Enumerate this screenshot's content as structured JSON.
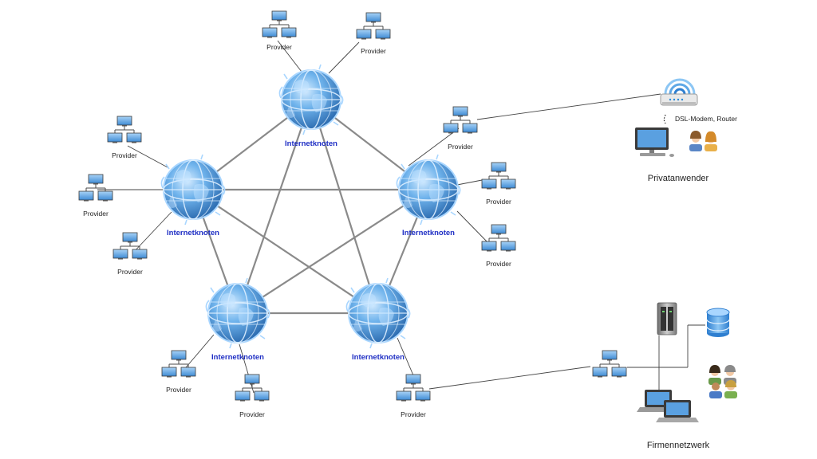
{
  "diagram": {
    "node_label": "Internetknoten",
    "provider_label": "Provider",
    "modem_label": "DSL-Modem, Router",
    "private_label": "Privatanwender",
    "company_label": "Firmennetzwerk"
  },
  "colors": {
    "globe": "#5fa8e6",
    "globe_dark": "#2f6fb3",
    "link": "#8a8a8a",
    "node_text": "#1f2fc4",
    "provider_box": "#5aa0e0"
  },
  "icons": [
    "globe-icon",
    "network-switch-icon",
    "wifi-router-icon",
    "desktop-computer-icon",
    "users-icon",
    "server-icon",
    "database-icon",
    "laptop-icon"
  ]
}
